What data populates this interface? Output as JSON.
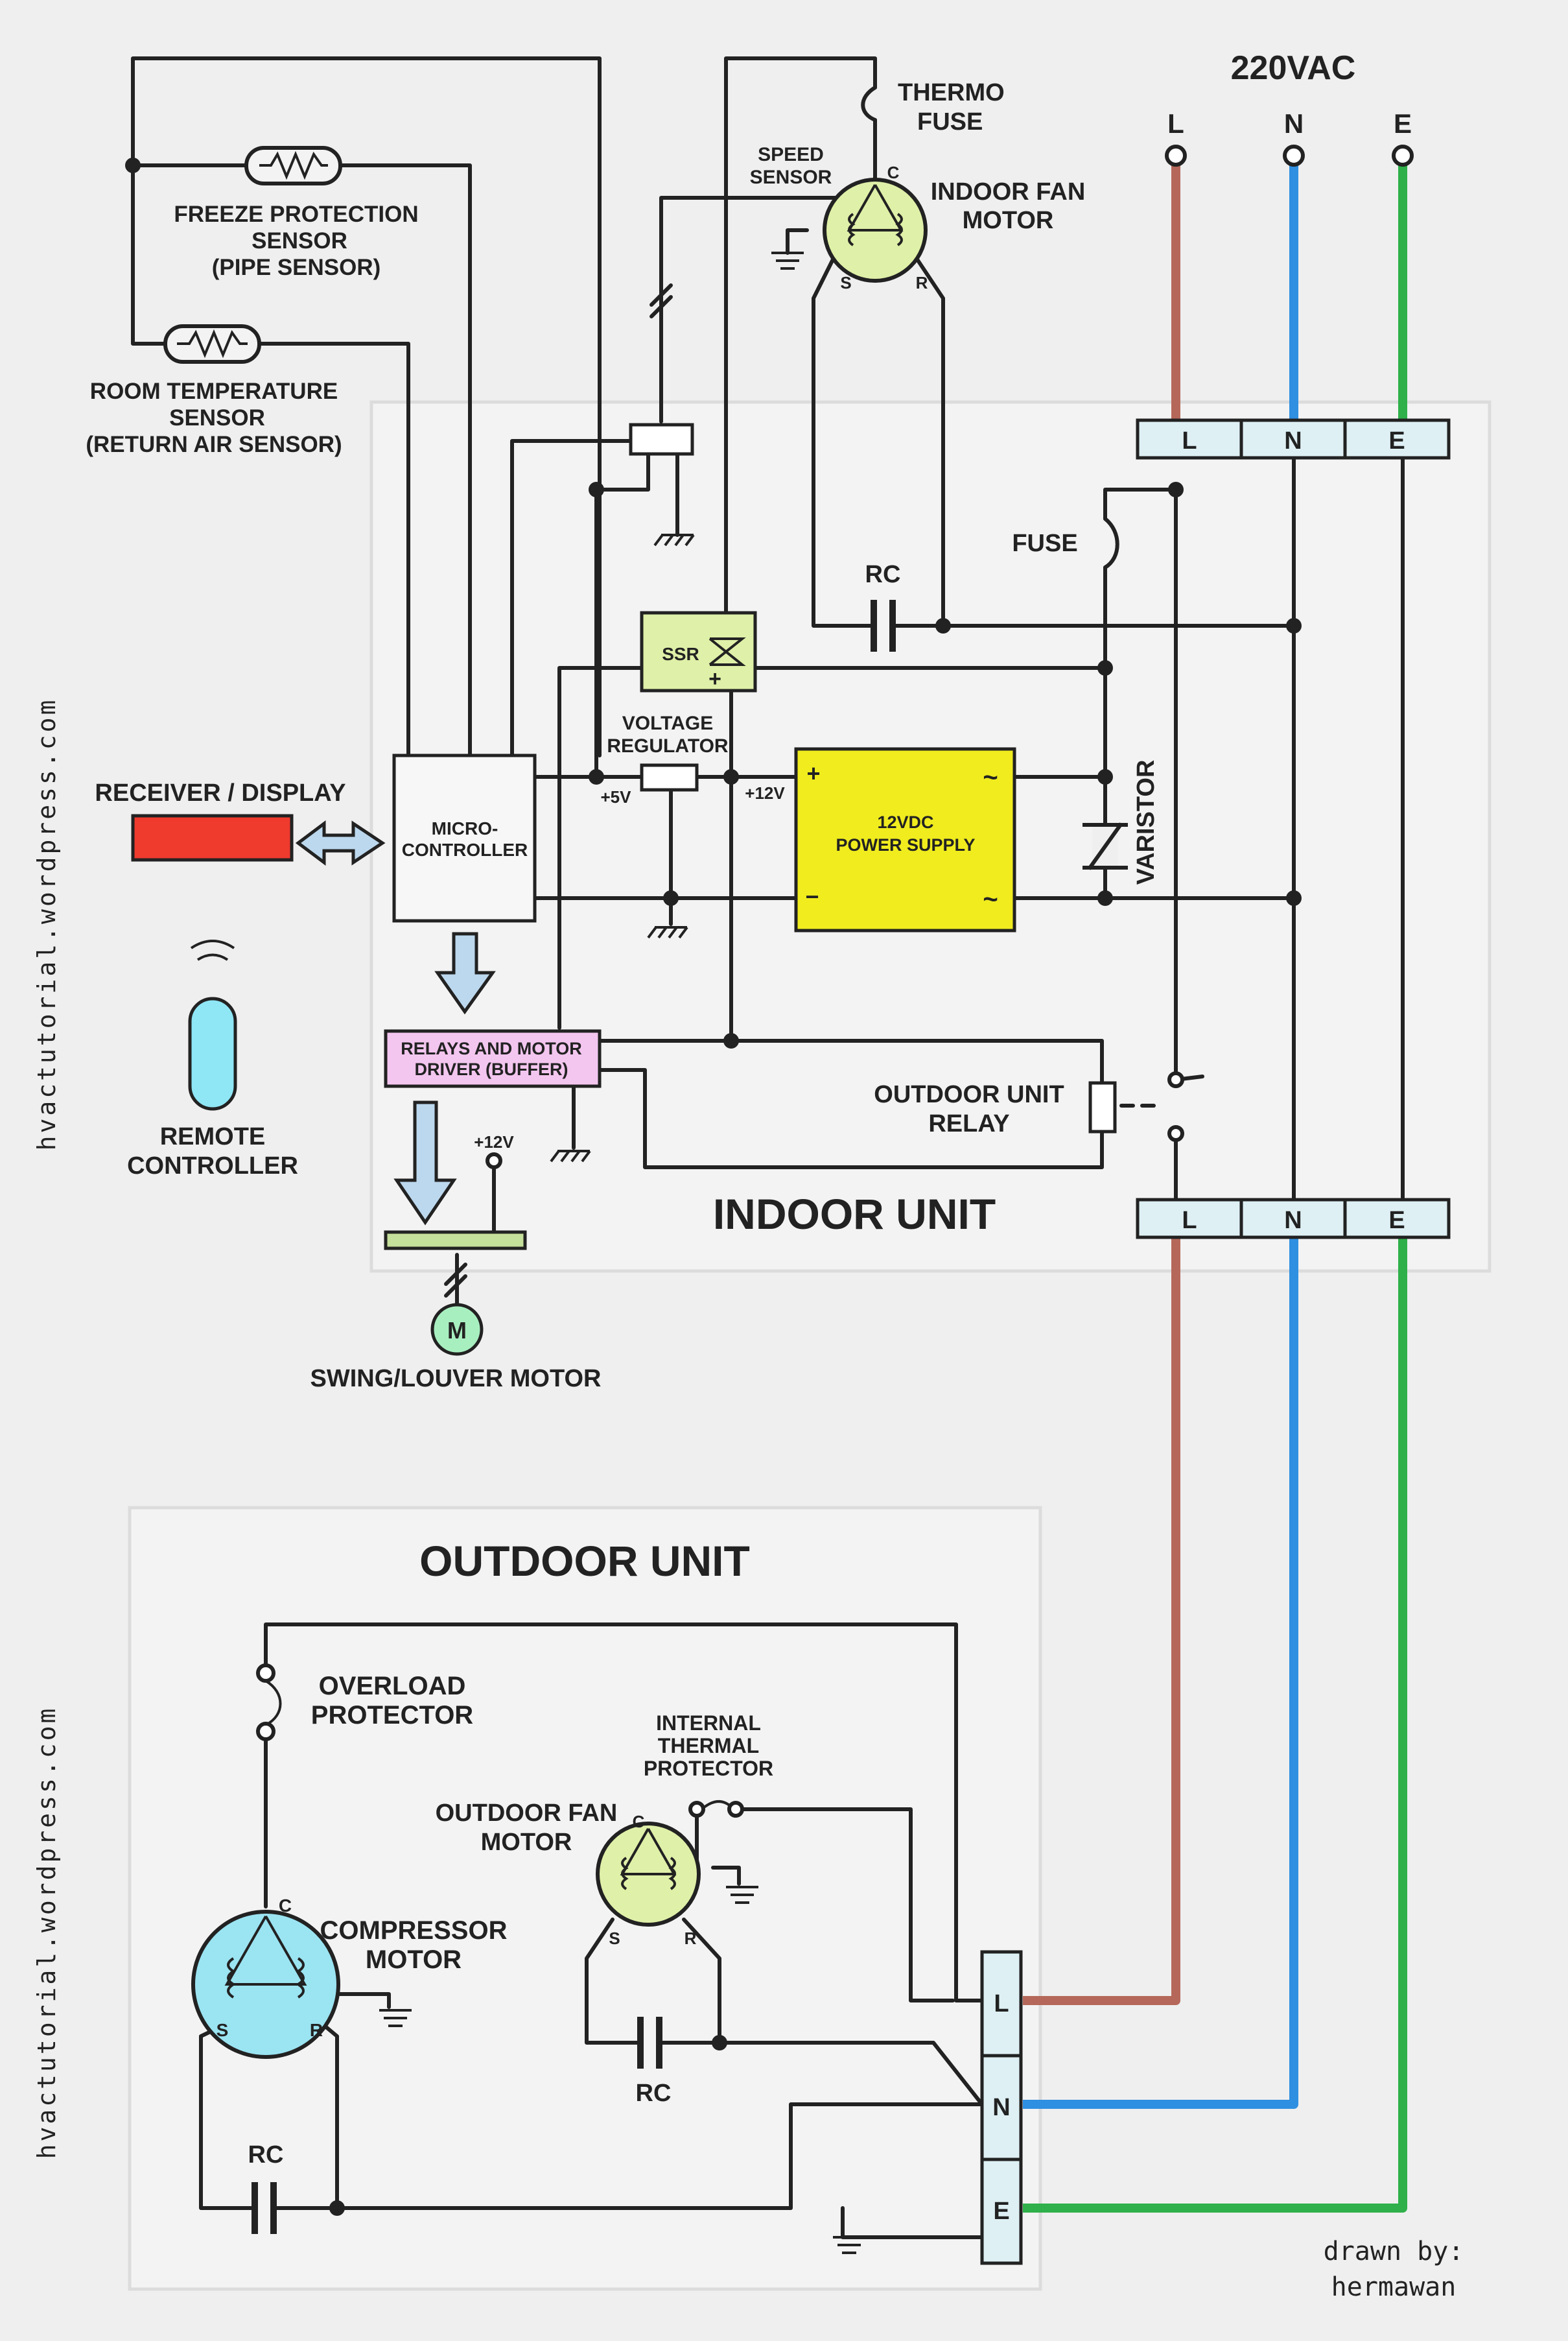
{
  "supply": {
    "title": "220VAC",
    "lines": [
      "L",
      "N",
      "E"
    ]
  },
  "colors": {
    "line_L": "#b5685a",
    "line_N": "#2f8fe0",
    "line_E": "#2fb04a",
    "receiver": "#ef3a2e",
    "remote": "#8fe6f5",
    "motor_small": "#dff0a8",
    "compressor": "#9be4f2",
    "power_supply": "#f0ec1e",
    "ssr": "#dff0a8",
    "relays_driver": "#f3c6ef",
    "swing_bar": "#c5e09a",
    "swing_motor": "#a8efc0",
    "terminal_block": "#def0f4",
    "arrow_fill": "#bcd8ee"
  },
  "indoor": {
    "title": "INDOOR UNIT",
    "thermo_fuse": [
      "THERMO",
      "FUSE"
    ],
    "speed_sensor": [
      "SPEED",
      "SENSOR"
    ],
    "indoor_fan_motor": [
      "INDOOR FAN",
      "MOTOR"
    ],
    "motor_terminals": {
      "c": "C",
      "s": "S",
      "r": "R"
    },
    "freeze_sensor": [
      "FREEZE PROTECTION",
      "SENSOR",
      "(PIPE SENSOR)"
    ],
    "room_sensor": [
      "ROOM TEMPERATURE",
      "SENSOR",
      "(RETURN AIR SENSOR)"
    ],
    "rc": "RC",
    "fuse": "FUSE",
    "ssr": "SSR",
    "plus": "+",
    "minus": "−",
    "voltage_regulator": [
      "VOLTAGE",
      "REGULATOR"
    ],
    "v5": "+5V",
    "v12": "+12V",
    "power_supply": [
      "12VDC",
      "POWER SUPPLY"
    ],
    "ac_symbol": "~",
    "varistor": "VARISTOR",
    "receiver_display": "RECEIVER / DISPLAY",
    "microcontroller": [
      "MICRO-",
      "CONTROLLER"
    ],
    "relays_driver": [
      "RELAYS AND MOTOR",
      "DRIVER (BUFFER)"
    ],
    "outdoor_relay": [
      "OUTDOOR UNIT",
      "RELAY"
    ],
    "remote_controller": [
      "REMOTE",
      "CONTROLLER"
    ],
    "swing_v12": "+12V",
    "swing_motor_symbol": "M",
    "swing_motor": "SWING/LOUVER MOTOR",
    "terminals": [
      "L",
      "N",
      "E"
    ]
  },
  "outdoor": {
    "title": "OUTDOOR UNIT",
    "overload": [
      "OVERLOAD",
      "PROTECTOR"
    ],
    "internal_thermal": [
      "INTERNAL",
      "THERMAL",
      "PROTECTOR"
    ],
    "outdoor_fan_motor": [
      "OUTDOOR FAN",
      "MOTOR"
    ],
    "compressor_motor": [
      "COMPRESSOR",
      "MOTOR"
    ],
    "motor_terminals": {
      "c": "C",
      "s": "S",
      "r": "R"
    },
    "rc_fan": "RC",
    "rc_comp": "RC",
    "terminals": [
      "L",
      "N",
      "E"
    ]
  },
  "watermark": "hvactutorial.wordpress.com",
  "credit": [
    "drawn by:",
    "hermawan"
  ]
}
